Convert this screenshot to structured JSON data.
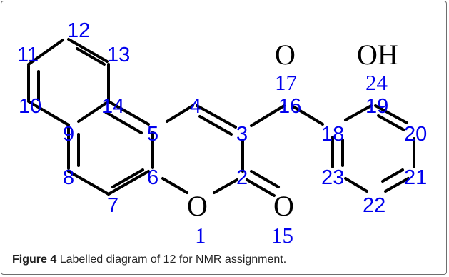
{
  "atoms": {
    "o_ring": "O",
    "o_carbonyl": "O",
    "o_ketone": "O",
    "hydroxyl": "OH"
  },
  "labels": {
    "n1": "1",
    "n2": "2",
    "n3": "3",
    "n4": "4",
    "n5": "5",
    "n6": "6",
    "n7": "7",
    "n8": "8",
    "n9": "9",
    "n10": "10",
    "n11": "11",
    "n12": "12",
    "n13": "13",
    "n14": "14",
    "n15": "15",
    "n16": "16",
    "n17": "17",
    "n18": "18",
    "n19": "19",
    "n20": "20",
    "n21": "21",
    "n22": "22",
    "n23": "23",
    "n24": "24"
  },
  "caption": {
    "figure_label": "Figure 4",
    "text": "Labelled diagram of 12 for NMR assignment."
  },
  "colors": {
    "label": "#0000ee",
    "bond": "#000000",
    "frame": "#6e6e6e"
  }
}
